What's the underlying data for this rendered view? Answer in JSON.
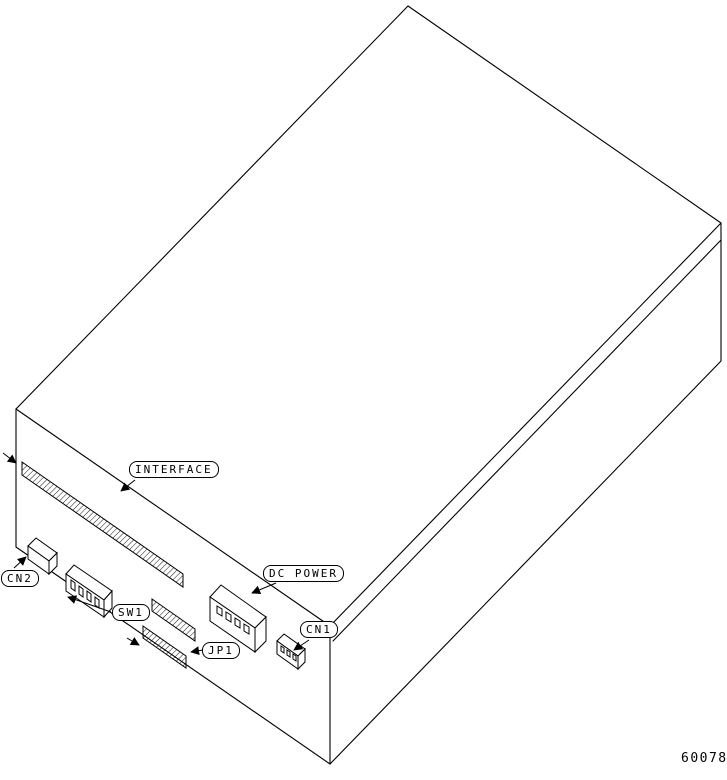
{
  "figure": {
    "number": "60078",
    "line_color": "#000000",
    "background": "#ffffff",
    "description": "Isometric line drawing of a disk drive enclosure showing connector and switch locations"
  },
  "labels": {
    "interface": "INTERFACE",
    "dc_power": "DC POWER",
    "cn2": "CN2",
    "sw1": "SW1",
    "jp1": "JP1",
    "cn1": "CN1"
  }
}
